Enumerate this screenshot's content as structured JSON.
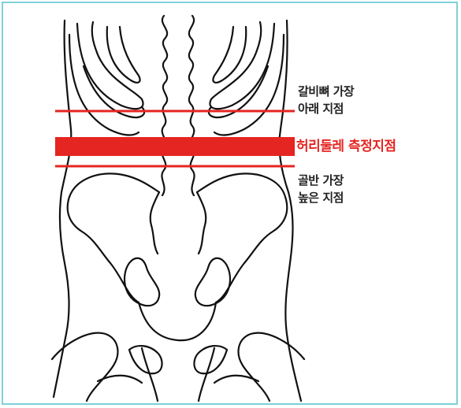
{
  "labels": {
    "rib_lowest": [
      "갈비뼈 가장",
      "아래 지점"
    ],
    "waist_measure": "허리둘레 측정지점",
    "pelvis_highest": [
      "골반 가장",
      "높은 지점"
    ]
  },
  "colors": {
    "frame_border": "#7fd0d8",
    "measure_red": "#e52521",
    "outline": "#111111",
    "label_text": "#222222"
  }
}
